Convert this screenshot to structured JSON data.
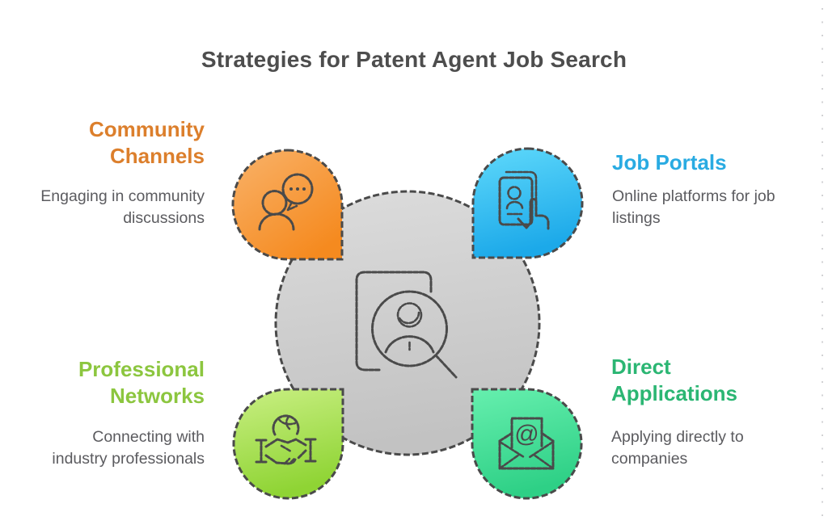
{
  "title": "Strategies for Patent Agent Job Search",
  "strategies": [
    {
      "id": "community-channels",
      "heading": "Community Channels",
      "description": "Engaging in community discussions",
      "accent": "#DC7F2C",
      "icon": "person-chat-icon",
      "position": "top-left"
    },
    {
      "id": "job-portals",
      "heading": "Job Portals",
      "description": "Online platforms for job listings",
      "accent": "#29ABE2",
      "icon": "resume-tap-icon",
      "position": "top-right"
    },
    {
      "id": "professional-networks",
      "heading": "Professional Networks",
      "description": "Connecting with industry professionals",
      "accent": "#8CC63F",
      "icon": "handshake-globe-icon",
      "position": "bottom-left"
    },
    {
      "id": "direct-applications",
      "heading": "Direct Applications",
      "description": "Applying directly to companies",
      "accent": "#2BB673",
      "icon": "envelope-at-icon",
      "position": "bottom-right"
    }
  ],
  "center": {
    "icon": "profile-search-icon",
    "at_symbol": "@"
  },
  "colors": {
    "title": "#4D4D4D",
    "description_text": "#5B5B5F",
    "line_art": "#4A4A4A",
    "background": "#FFFFFF"
  },
  "gradients": {
    "community": [
      "#F9B269",
      "#F58A1F"
    ],
    "portals": [
      "#5FD9FB",
      "#1CA9E9"
    ],
    "networks": [
      "#C9EF83",
      "#8FD434"
    ],
    "applications": [
      "#66EFAE",
      "#2ED086"
    ],
    "center": [
      "#DCDCDC",
      "#C2C2C2"
    ]
  }
}
